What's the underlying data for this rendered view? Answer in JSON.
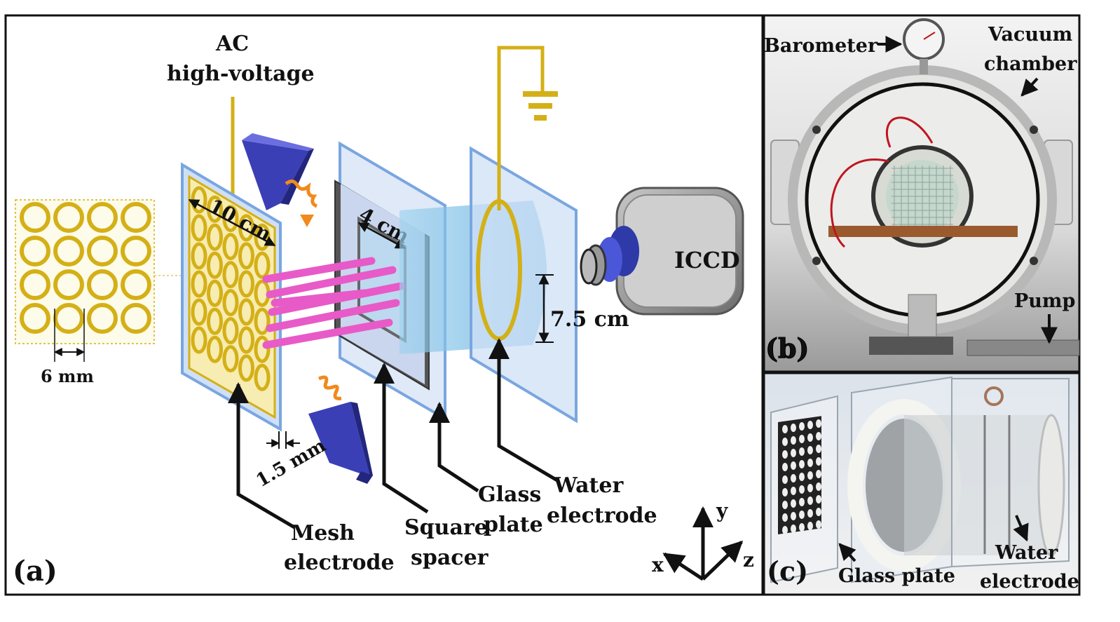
{
  "panel_a": {
    "letter": "(a)",
    "ac_line1": "AC",
    "ac_line2": "high-voltage",
    "dim_mesh_width": "10 cm",
    "dim_spacer_width": "4 cm",
    "dim_ring_height": "7.5 cm",
    "dim_pitch": "6 mm",
    "dim_gap": "1.5 mm",
    "camera_label": "ICCD",
    "mesh_label_1": "Mesh",
    "mesh_label_2": "electrode",
    "spacer_label_1": "Square",
    "spacer_label_2": "spacer",
    "glass_label_1": "Glass",
    "glass_label_2": "plate",
    "water_label_1": "Water",
    "water_label_2": "electrode",
    "axis_x": "x",
    "axis_y": "y",
    "axis_z": "z"
  },
  "panel_b": {
    "letter": "(b)",
    "barometer_label": "Barometer",
    "chamber_label_1": "Vacuum",
    "chamber_label_2": "chamber",
    "pump_label": "Pump"
  },
  "panel_c": {
    "letter": "(c)",
    "glass_label": "Glass plate",
    "water_label_1": "Water",
    "water_label_2": "electrode"
  },
  "colors": {
    "gold": "#d4b017",
    "glass": "#cfe0f6",
    "glass_edge": "#7aa6e0",
    "plasma": "#e85ac8",
    "cone": "#3b3fb5",
    "wave": "#f08a1c",
    "water": "#5fb4e4"
  }
}
